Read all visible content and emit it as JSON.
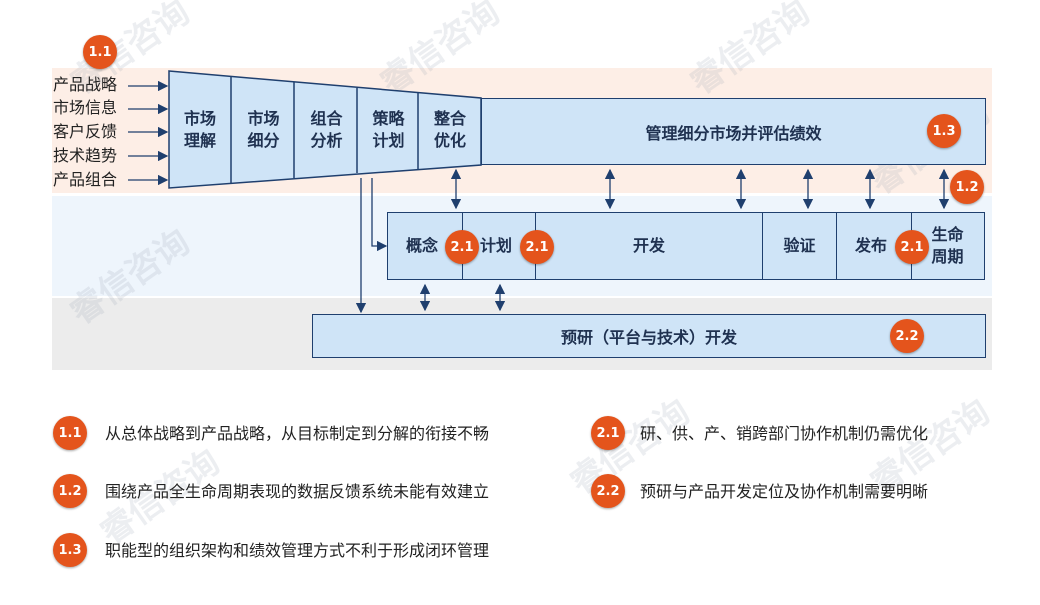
{
  "watermark": "睿信咨询",
  "inputs": [
    "产品战略",
    "市场信息",
    "客户反馈",
    "技术趋势",
    "产品组合"
  ],
  "funnel": [
    {
      "line1": "市场",
      "line2": "理解"
    },
    {
      "line1": "市场",
      "line2": "细分"
    },
    {
      "line1": "组合",
      "line2": "分析"
    },
    {
      "line1": "策略",
      "line2": "计划"
    },
    {
      "line1": "整合",
      "line2": "优化"
    }
  ],
  "top_bar": "管理细分市场并评估绩效",
  "process": {
    "concept": "概念",
    "plan": "计划",
    "develop": "开发",
    "verify": "验证",
    "release": "发布",
    "lifecycle_line1": "生命",
    "lifecycle_line2": "周期"
  },
  "research_bar": "预研（平台与技术）开发",
  "badges": {
    "b11": "1.1",
    "b12": "1.2",
    "b13": "1.3",
    "b21a": "2.1",
    "b21b": "2.1",
    "b21c": "2.1",
    "b22": "2.2"
  },
  "legend": [
    {
      "badge": "1.1",
      "text": "从总体战略到产品战略，从目标制定到分解的衔接不畅"
    },
    {
      "badge": "1.2",
      "text": "围绕产品全生命周期表现的数据反馈系统未能有效建立"
    },
    {
      "badge": "1.3",
      "text": "职能型的组织架构和绩效管理方式不利于形成闭环管理"
    },
    {
      "badge": "2.1",
      "text": "研、供、产、销跨部门协作机制仍需优化"
    },
    {
      "badge": "2.2",
      "text": "预研与产品开发定位及协作机制需要明晰"
    }
  ],
  "colors": {
    "box_fill": "#cfe4f7",
    "border": "#1f3f6e",
    "badge": "#e4541c",
    "band_top": "#fdeee6",
    "band_mid": "#eef5fc",
    "band_bottom": "#ececec"
  }
}
